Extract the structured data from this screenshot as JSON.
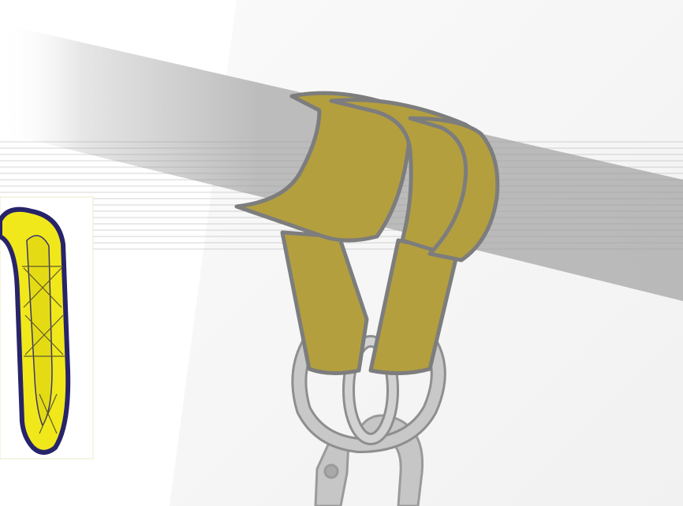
{
  "scene": {
    "title": "",
    "elements": [
      "background-panel",
      "horizontal-lines",
      "beam",
      "basket-hitch-sling",
      "master-link",
      "hook",
      "sling-photo-inset"
    ]
  },
  "colors": {
    "background": "#ffffff",
    "panel": "#f6f6f6",
    "beam": "#bdbdbd",
    "sling": "#b49f3f",
    "sling_outline": "#7d7d7d",
    "hardware": "#c2c2c2",
    "hardware_outline": "#8e8e8e",
    "photo_sling": "#f1e81c",
    "photo_edge": "#27246a"
  }
}
